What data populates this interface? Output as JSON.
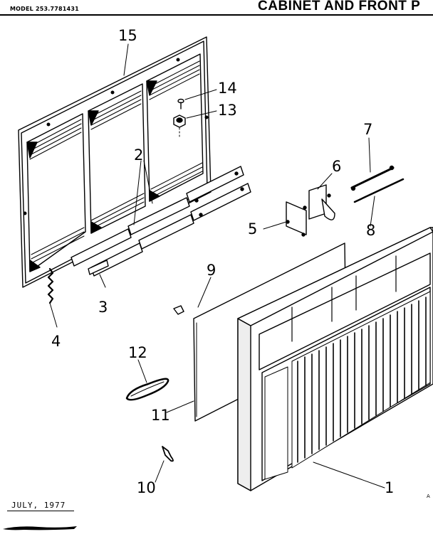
{
  "header": {
    "model": "MODEL 253.7781431",
    "title": "CABINET AND FRONT P"
  },
  "footer": {
    "date": "JULY, 1977",
    "corner_mark": "A"
  },
  "callouts": {
    "c1": "1",
    "c2": "2",
    "c3": "3",
    "c4": "4",
    "c5": "5",
    "c6": "6",
    "c7": "7",
    "c8": "8",
    "c9": "9",
    "c10": "10",
    "c11": "11",
    "c12": "12",
    "c13": "13",
    "c14": "14",
    "c15": "15"
  },
  "colors": {
    "ink": "#000000",
    "paper": "#ffffff",
    "shade": "#d9d9d9"
  }
}
